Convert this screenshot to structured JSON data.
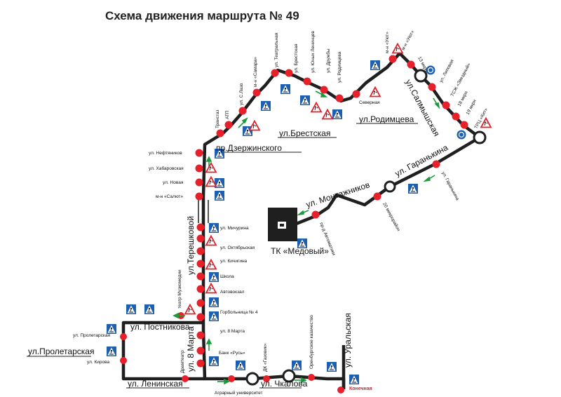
{
  "title": "Схема движения маршрута  № 49",
  "colors": {
    "route": "#1f1f1f",
    "stop": "#e8202a",
    "arrow": "#1a9a3a",
    "sign": "#1d5fb0"
  },
  "streets": {
    "dzerzhinskogo": "пр.Дзержинского",
    "brestskaya": "ул.Брестская",
    "rodimtseva": "ул.Родимцева",
    "salmyshskaya": "ул.Салмышская",
    "garankina": "ул. Гаранькина",
    "montazhnikov": "ул. Монтажников",
    "tereshkovoy": "ул.Терешковой",
    "postnikova": "ул. Постникова",
    "proletarskaya": "ул.Пролетарская",
    "march8": "ул. 8 Марта",
    "leninskaya": "ул. Ленинская",
    "chkalova": "ул. Чкалова",
    "uralskaya": "ул. Уральская"
  },
  "tk": "ТК «Медовый»",
  "stops": {
    "transgaz": "Трансгаз",
    "atp": "АТП",
    "lazo": "ул. С.Лазо",
    "samara": "м-н «Самара»",
    "teatralnaya": "ул. Театральная",
    "brestskaya": "ул. Брестская",
    "yunleninsev": "ул. Юных Ленинцев",
    "druzhby": "ул. Дружбы",
    "rodimtseva": "ул. Родимцева",
    "severnaya": "Северная",
    "uyut": "м-н «Уют»",
    "uyut2": "м-н «Уют»",
    "mkr13": "13 мкрн",
    "lipovaya": "ул. Липовая",
    "zvezdniy": "ТСЖ «Звездный»",
    "mkr18": "18 мкрн",
    "mkr19": "19 мкрн",
    "trk_kit": "ТРЦ «Кит»",
    "garankina": "ул. Гаранькина",
    "mkr20": "20 микрорайон",
    "avtomatiki": "пр-д Автоматики",
    "neftyanikov": "ул. Нефтяников",
    "khabarovskaya": "ул. Хабаровская",
    "novaya": "ул. Новая",
    "salyut": "м-н «Салют»",
    "michurina": "ул. Мичурина",
    "oktyabrskaya": "ул. Октябрьская",
    "kichigina": "ул. Кичигина",
    "shkola": "Школа",
    "avtovokzal": "Автовокзал",
    "gorbolnitsa": "Горбольница № 4",
    "march8": "ул. 8 Марта",
    "bank": "Банк «Русь»",
    "muzkomedii": "театр Музкомедии",
    "proletarskaya": "ул. Пролетарская",
    "kirova": "ул. Кирова",
    "dramteatr": "Драмтеатр",
    "agrar": "Аграрный университет",
    "gazovik": "ДК «Газовик»",
    "orenkazach": "Оренбургское казачество",
    "konechnaya": "Конечная"
  }
}
